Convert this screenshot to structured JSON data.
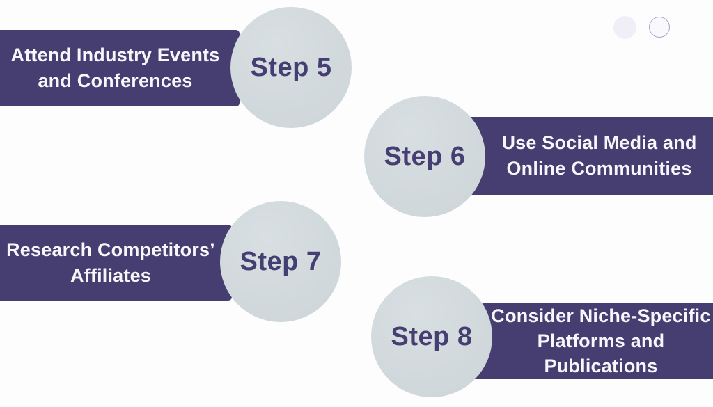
{
  "palette": {
    "background": "#fdfdfe",
    "banner_purple": "#463e71",
    "banner_text": "#f7f6fb",
    "circle_gray": "#d2d9dc",
    "step_label_purple": "#453e72",
    "dot_filled": "#f0eff8",
    "dot_ring_border": "#a9a2cc"
  },
  "steps": [
    {
      "label": "Step 5",
      "title_lines": [
        "Attend Industry Events",
        "and Conferences"
      ]
    },
    {
      "label": "Step 6",
      "title_lines": [
        "Use Social Media and",
        "Online Communities"
      ]
    },
    {
      "label": "Step 7",
      "title_lines": [
        "Research Competitors’",
        "Affiliates"
      ]
    },
    {
      "label": "Step 8",
      "title_lines": [
        "Consider Niche-Specific",
        "Platforms and",
        "Publications"
      ]
    }
  ]
}
